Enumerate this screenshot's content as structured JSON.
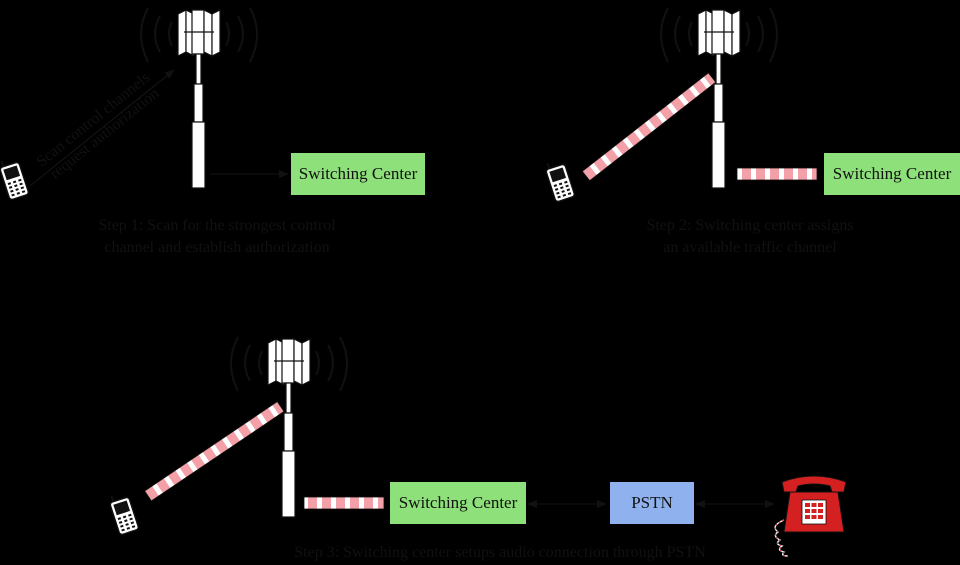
{
  "step1": {
    "arrow_label_line1": "Scan control channels",
    "arrow_label_line2": "request authorization",
    "switching_center": "Switching Center",
    "caption_line1": "Step 1: Scan for the strongest control",
    "caption_line2": "channel and establish authorization"
  },
  "step2": {
    "switching_center": "Switching Center",
    "caption_line1": "Step 2: Switching center assigns",
    "caption_line2": "an available traffic channel"
  },
  "step3": {
    "switching_center": "Switching Center",
    "pstn": "PSTN",
    "caption": "Step 3: Switching center setups audio connection through PSTN"
  },
  "colors": {
    "switching_center_box": "#8de07a",
    "pstn_box": "#8fb2ee",
    "traffic_channel": "#f4a0a8",
    "telephone": "#d42020"
  },
  "icons": [
    "cell-tower-icon",
    "mobile-phone-icon",
    "telephone-icon",
    "radio-waves-icon"
  ]
}
